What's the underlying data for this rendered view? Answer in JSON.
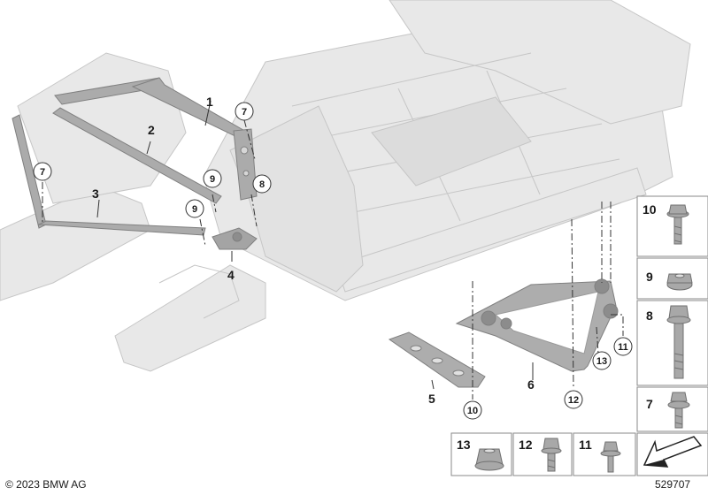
{
  "callouts": {
    "c1": "1",
    "c2": "2",
    "c3": "3",
    "c4": "4",
    "c5": "5",
    "c6": "6",
    "r7a": "7",
    "r7b": "7",
    "r8": "8",
    "r9a": "9",
    "r9b": "9",
    "r10": "10",
    "r11": "11",
    "r12": "12",
    "r13": "13"
  },
  "panels": {
    "p10": "10",
    "p9": "9",
    "p8": "8",
    "p7": "7",
    "p13": "13",
    "p12": "12",
    "p11": "11"
  },
  "footer": {
    "copyright": "© 2023 BMW AG",
    "ref": "529707"
  },
  "colors": {
    "body": "#e6e6e6",
    "body_line": "#c4c4c4",
    "part": "#a9a9a9",
    "part_dark": "#7f7f7f",
    "panel_border": "#8a8a8a"
  }
}
